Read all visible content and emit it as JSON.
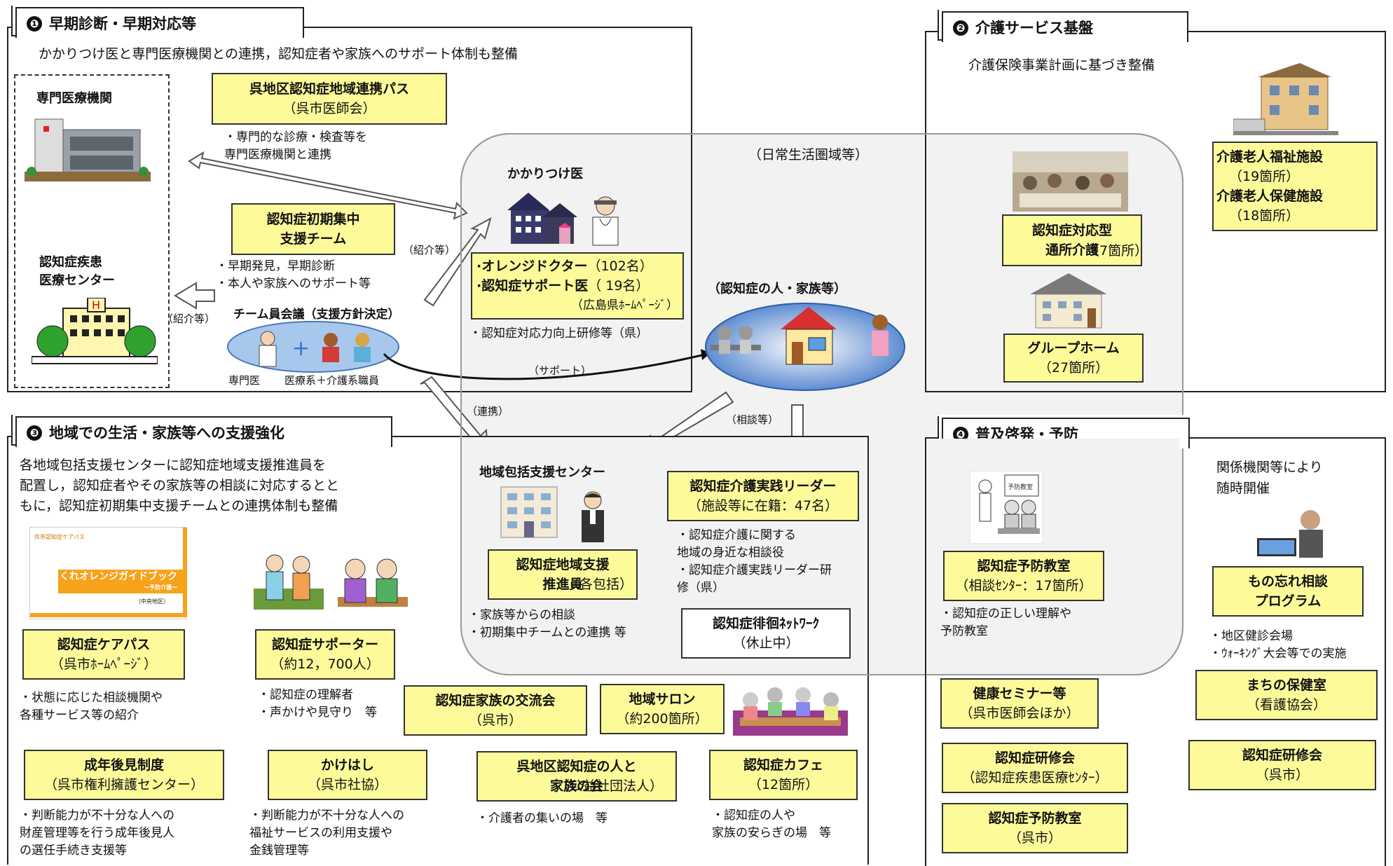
{
  "section1": {
    "number": "❶",
    "title": "早期診断・早期対応等",
    "lead": "かかりつけ医と専門医療機関との連携，認知症者や家族へのサポート体制も整備",
    "specialist_label": "専門医療機関",
    "center_label": "認知症疾患\n医療センター",
    "path_box": {
      "main": "呉地区認知症地域連携パス",
      "sub": "（呉市医師会）"
    },
    "path_note": "・専門的な診療・検査等を\n専門医療機関と連携",
    "team_box": {
      "main": "認知症初期集中\n支援チーム"
    },
    "team_note": "・早期発見，早期診断\n・本人や家族へのサポート等",
    "meeting_label": "チーム員会議（支援方針決定）",
    "meeting_left": "専門医",
    "meeting_right": "医療系＋介護系職員",
    "referral1": "（紹介等）",
    "referral2": "（紹介等）"
  },
  "center": {
    "area_label": "（日常生活圏域等）",
    "doctor_label": "かかりつけ医",
    "doctor_box": {
      "line1": "·オレンジドクター",
      "line1_sub": "（102名）",
      "line2": "·認知症サポート医",
      "line2_sub": "（ 19名）",
      "line3": "（広島県ﾎｰﾑﾍﾟｰｼﾞ）"
    },
    "doctor_note": "・認知症対応力向上研修等（県）",
    "person_label": "（認知症の人・家族等）",
    "support_label": "（サポート）",
    "link_label": "（連携）",
    "consult_label": "（相談等）",
    "hub_label": "地域包括支援センター",
    "promoter_box": {
      "main": "認知症地域支援\n推進員",
      "sub": "（各包括）"
    },
    "promoter_note": "・家族等からの相談\n・初期集中チームとの連携 等",
    "leader_box": {
      "main": "認知症介護実践リーダー",
      "sub": "（施設等に在籍：47名）"
    },
    "leader_note": "・認知症介護に関する\n地域の身近な相談役\n・認知症介護実践リーダー研\n修（県）",
    "network_box": {
      "main": "認知症徘徊ﾈｯﾄﾜｰｸ",
      "sub": "（休止中）"
    }
  },
  "section2": {
    "number": "❷",
    "title": "介護サービス基盤",
    "lead": "介護保険事業計画に基づき整備",
    "facility_box": {
      "line1": "介護老人福祉施設",
      "line1_sub": "（19箇所）",
      "line2": "介護老人保健施設",
      "line2_sub": "（18箇所）"
    },
    "daycare_box": {
      "main": "認知症対応型\n通所介護",
      "sub": "（7箇所）"
    },
    "group_box": {
      "main": "グループホーム",
      "sub": "（27箇所）"
    }
  },
  "section3": {
    "number": "❸",
    "title": "地域での生活・家族等への支援強化",
    "lead": "各地域包括支援センターに認知症地域支援推進員を\n配置し，認知症者やその家族等の相談に対応するとと\nもに，認知症初期集中支援チームとの連携体制も整備",
    "guidebook_title": "くれオレンジガイドブック",
    "guidebook_sub": "〜予防介護〜",
    "guidebook_area": "（中央地区）",
    "guidebook_header": "呉市認知症ケアパス",
    "carepath_box": {
      "main": "認知症ケアパス",
      "sub": "（呉市ﾎｰﾑﾍﾟｰｼﾞ）"
    },
    "carepath_note": "・状態に応じた相談機関や\n各種サービス等の紹介",
    "supporter_box": {
      "main": "認知症サポーター",
      "sub": "（約12，700人）"
    },
    "supporter_note": "・認知症の理解者\n・声かけや見守り　等",
    "family_box": {
      "main": "認知症家族の交流会",
      "sub": "（呉市）"
    },
    "salon_box": {
      "main": "地域サロン",
      "sub": "（約200箇所）"
    },
    "guardian_box": {
      "main": "成年後見制度",
      "sub": "（呉市権利擁護センター）"
    },
    "guardian_note": "・判断能力が不十分な人への\n財産管理等を行う成年後見人\nの選任手続き支援等",
    "kakehashi_box": {
      "main": "かけはし",
      "sub": "（呉市社協）"
    },
    "kakehashi_note": "・判断能力が不十分な人への\n福祉サービスの利用支援や\n金銭管理等",
    "assoc_box": {
      "main": "呉地区認知症の人と\n家族の会",
      "sub": "（公益社団法人）"
    },
    "assoc_note": "・介護者の集いの場　等",
    "cafe_box": {
      "main": "認知症カフェ",
      "sub": "（12箇所）"
    },
    "cafe_note": "・認知症の人や\n家族の安らぎの場　等"
  },
  "section4": {
    "number": "❹",
    "title": "普及啓発・予防",
    "lead": "関係機関等により\n随時開催",
    "class_poster": "予防教室",
    "prevention_box": {
      "main": "認知症予防教室",
      "sub": "（相談ｾﾝﾀｰ：17箇所）"
    },
    "prevention_note": "・認知症の正しい理解や\n予防教室",
    "forget_box": {
      "main": "もの忘れ相談\nプログラム"
    },
    "forget_note": "・地区健診会場\n・ｳｫｰｷﾝｸﾞ大会等での実施",
    "seminar_box": {
      "main": "健康セミナー等",
      "sub": "（呉市医師会ほか）"
    },
    "health_box": {
      "main": "まちの保健室",
      "sub": "（看護協会）"
    },
    "training1_box": {
      "main": "認知症研修会",
      "sub": "（認知症疾患医療ｾﾝﾀｰ）"
    },
    "training2_box": {
      "main": "認知症研修会",
      "sub": "（呉市）"
    },
    "class2_box": {
      "main": "認知症予防教室",
      "sub": "（呉市）"
    }
  },
  "colors": {
    "yellow_box": "#fdfa9a",
    "area_gray": "#f2f2f2",
    "guidebook_orange": "#f7a21b"
  }
}
